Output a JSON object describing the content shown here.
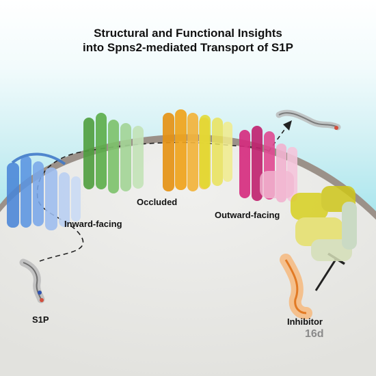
{
  "title": {
    "line1": "Structural and Functional Insights",
    "line2": "into Spns2-mediated Transport of S1P"
  },
  "labels": {
    "inward": "Inward-facing",
    "occluded": "Occluded",
    "outward": "Outward-facing",
    "s1p": "S1P",
    "inhibitor": "Inhibitor",
    "inhibitor_id": "16d"
  },
  "colors": {
    "background_top": "#ffffff",
    "background_bottom": "#8ddde7",
    "cell_interior": "#e9e9e6",
    "membrane": "#9b9189",
    "inward_protein": "#4a86d8",
    "occluded_protein_left": "#5cae4a",
    "occluded_protein_center": "#f0a41c",
    "occluded_protein_right": "#e2da2e",
    "outward_protein": "#d62a7e",
    "outward_protein_light": "#f2b3d0",
    "inhibitor_bound_protein": "#d8d020",
    "inhibitor": "#f2913a",
    "s1p_molecule": "#a8a8a8"
  }
}
